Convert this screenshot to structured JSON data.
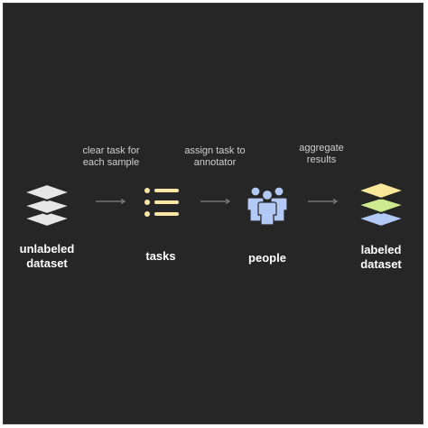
{
  "captions": {
    "step1": "clear task for\neach sample",
    "step2": "assign task to\nannotator",
    "step3": "aggregate\nresults"
  },
  "nodes": {
    "unlabeled": "unlabeled\ndataset",
    "tasks": "tasks",
    "people": "people",
    "labeled": "labeled\ndataset"
  },
  "colors": {
    "background": "#262626",
    "unlabeled_layers": "#e6e6e6",
    "tasks_icon": "#fde7a6",
    "people_icon": "#b3c9f5",
    "labeled_top": "#f9e79a",
    "labeled_mid": "#cdeb8e",
    "labeled_bottom": "#b3c9f5",
    "arrow": "#9a9a9a"
  },
  "icons": {
    "unlabeled": "stacked-layers-icon",
    "tasks": "list-icon",
    "people": "group-people-icon",
    "labeled": "colored-stacked-layers-icon"
  }
}
